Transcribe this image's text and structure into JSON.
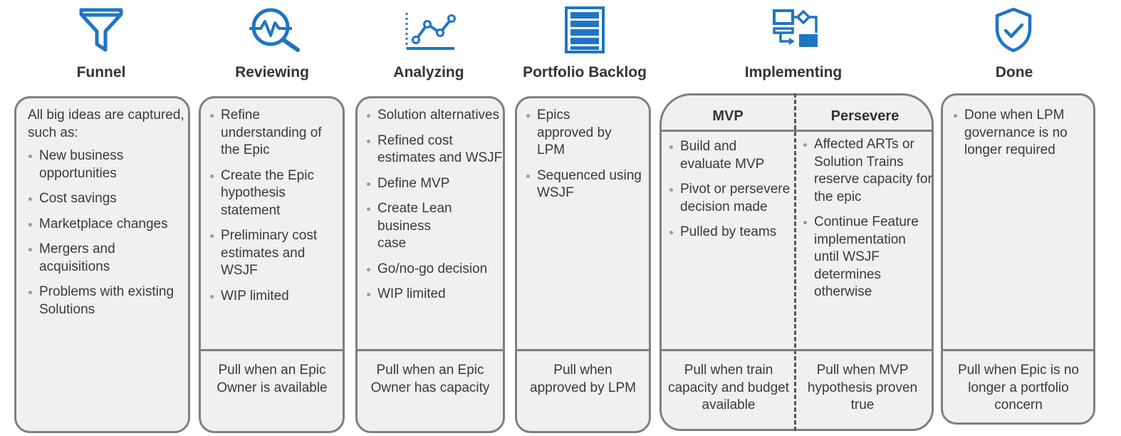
{
  "colors": {
    "icon": "#1f75c4",
    "border": "#7f7f7f",
    "panel": "#f0f0f0",
    "text": "#3a3a3a"
  },
  "stages": [
    {
      "key": "funnel",
      "title": "Funnel",
      "icon": "funnel-icon",
      "intro": "All big ideas are captured, such as:",
      "items": [
        "New business opportunities",
        "Cost savings",
        "Marketplace changes",
        "Mergers and acquisitions",
        "Problems with existing Solutions"
      ]
    },
    {
      "key": "reviewing",
      "title": "Reviewing",
      "icon": "magnifier-pulse-icon",
      "items": [
        "Refine understanding of the Epic",
        "Create the Epic hypothesis statement",
        "Preliminary cost estimates and WSJF",
        "WIP limited"
      ],
      "footer": "Pull when an Epic Owner is available"
    },
    {
      "key": "analyzing",
      "title": "Analyzing",
      "icon": "line-chart-icon",
      "items": [
        "Solution alternatives",
        "Refined cost estimates and WSJF",
        "Define MVP",
        "Create Lean business case",
        "Go/no-go decision",
        "WIP limited"
      ],
      "footer": "Pull when an Epic Owner has capacity"
    },
    {
      "key": "portfolio_backlog",
      "title": "Portfolio Backlog",
      "icon": "backlog-stack-icon",
      "items": [
        "Epics approved by LPM",
        "Sequenced using WSJF"
      ],
      "footer": "Pull when approved by LPM"
    },
    {
      "key": "implementing",
      "title": "Implementing",
      "icon": "workflow-icon",
      "mvp": {
        "heading": "MVP",
        "items": [
          "Build and evaluate MVP",
          "Pivot or persevere decision made",
          "Pulled by teams"
        ],
        "footer": "Pull when train capacity and budget available"
      },
      "persevere": {
        "heading": "Persevere",
        "items": [
          "Affected ARTs or Solution Trains reserve capacity for the epic",
          "Continue Feature implementation until WSJF determines otherwise"
        ],
        "footer": "Pull when MVP hypothesis proven true"
      }
    },
    {
      "key": "done",
      "title": "Done",
      "icon": "shield-check-icon",
      "items": [
        "Done when LPM governance is no longer required"
      ],
      "footer": "Pull when Epic is no longer a portfolio concern"
    }
  ]
}
